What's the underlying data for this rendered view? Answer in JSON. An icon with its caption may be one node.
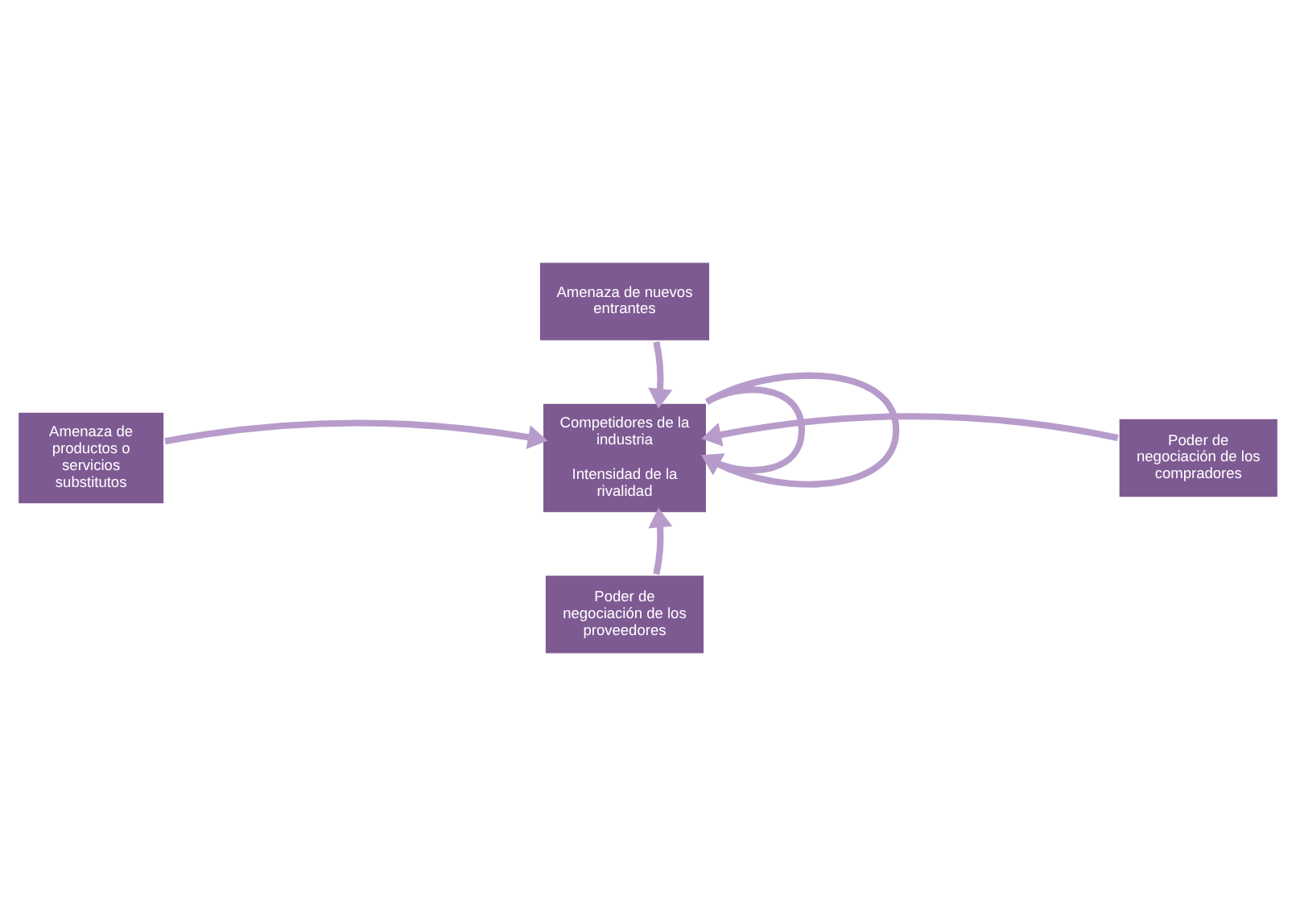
{
  "diagram": {
    "nodes": [
      {
        "text": [
          "Amenaza de nuevos entrantes"
        ]
      },
      {
        "text": [
          "Amenaza de productos o servicios substitutos"
        ]
      },
      {
        "text": [
          "Competidores de la industria",
          "Intensidad de la rivalidad"
        ]
      },
      {
        "text": [
          "Poder de negociación de los compradores"
        ]
      },
      {
        "text": [
          "Poder de negociación de los proveedores"
        ]
      }
    ],
    "edges": [
      {
        "from": 0,
        "to": 2,
        "arrow": "to"
      },
      {
        "from": 1,
        "to": 2,
        "arrow": "to"
      },
      {
        "from": 3,
        "to": 2,
        "arrow": "to"
      },
      {
        "from": 4,
        "to": 2,
        "arrow": "to"
      },
      {
        "from": 2,
        "to": 2,
        "arrow": "to"
      },
      {
        "from": 2,
        "to": 2,
        "arrow": "to"
      }
    ]
  }
}
